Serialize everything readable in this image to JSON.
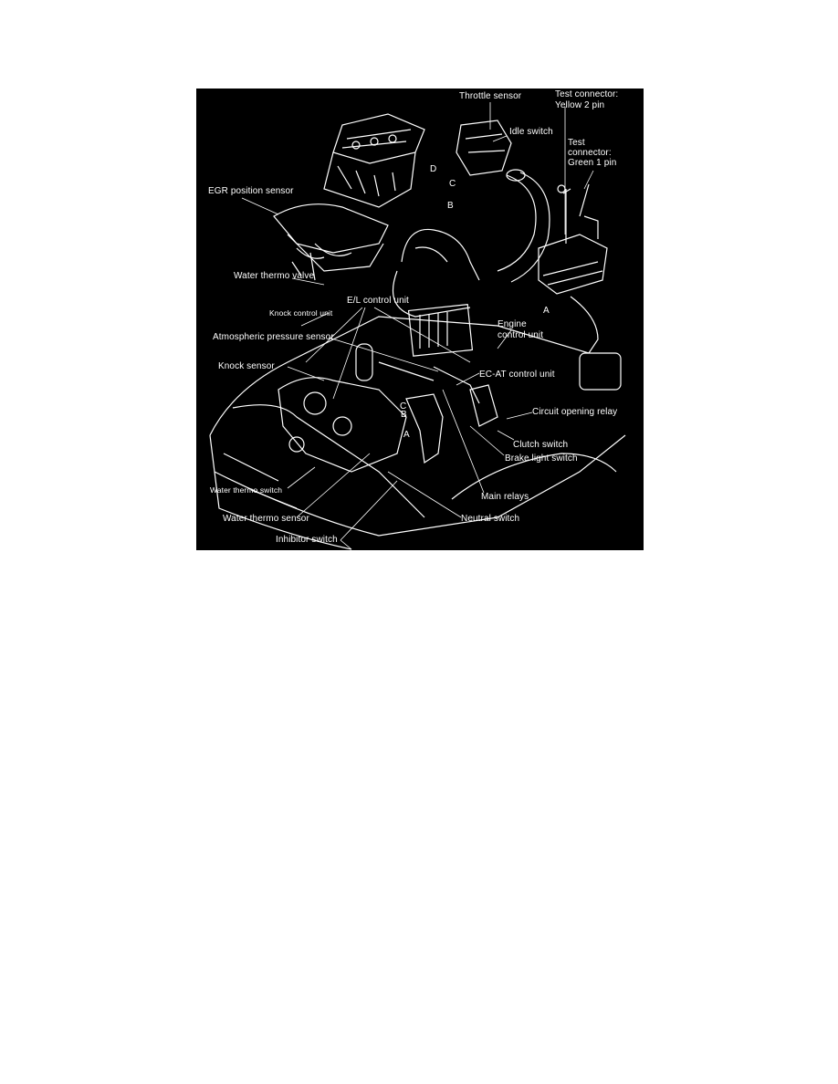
{
  "figure": {
    "labels": {
      "throttle_sensor": "Throttle sensor",
      "test_connector_yellow_1": "Test connector:",
      "test_connector_yellow_2": "Yellow 2 pin",
      "idle_switch": "Idle switch",
      "test_connector_green_1": "Test",
      "test_connector_green_2": "connector:",
      "test_connector_green_3": "Green 1 pin",
      "egr_position_sensor": "EGR position sensor",
      "water_thermo_valve": "Water thermo valve",
      "el_control_unit": "E/L control unit",
      "knock_control_unit": "Knock control unit",
      "engine_control_unit_1": "Engine",
      "engine_control_unit_2": "control unit",
      "atmospheric_pressure_sensor": "Atmospheric pressure sensor",
      "knock_sensor": "Knock sensor",
      "ec_at_control_unit": "EC-AT control unit",
      "circuit_opening_relay": "Circuit opening relay",
      "clutch_switch": "Clutch switch",
      "brake_light_switch": "Brake light switch",
      "water_thermo_switch": "Water thermo switch",
      "main_relays": "Main relays",
      "water_thermo_sensor": "Water thermo sensor",
      "neutral_switch": "Neutral switch",
      "inhibitor_switch": "Inhibitor switch"
    },
    "connector_markers": [
      "A",
      "B",
      "C",
      "D"
    ]
  }
}
